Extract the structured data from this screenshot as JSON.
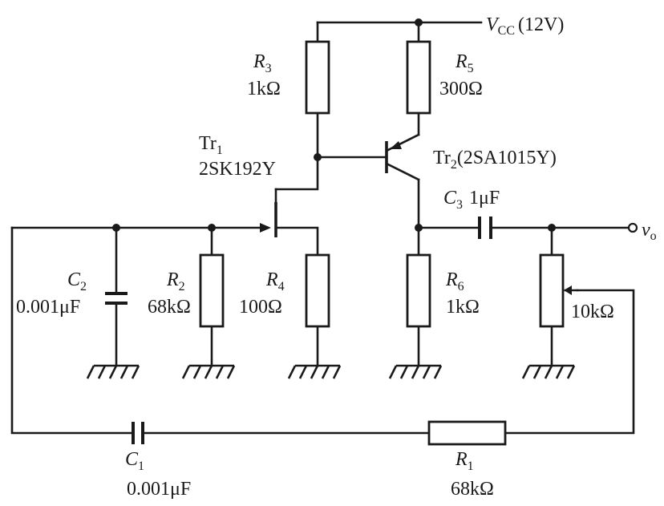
{
  "diagram": {
    "type": "circuit-schematic",
    "supply": {
      "symbol": "V",
      "sub": "CC",
      "value": "(12V)"
    },
    "components": {
      "R3": {
        "sym": "R",
        "idx": "3",
        "value": "1kΩ"
      },
      "R5": {
        "sym": "R",
        "idx": "5",
        "value": "300Ω"
      },
      "Tr1": {
        "sym": "Tr",
        "idx": "1",
        "part": "2SK192Y"
      },
      "Tr2": {
        "sym": "Tr",
        "idx": "2",
        "part": "(2SA1015Y)"
      },
      "C3": {
        "sym": "C",
        "idx": "3",
        "value": "1μF"
      },
      "C2": {
        "sym": "C",
        "idx": "2",
        "value": "0.001μF"
      },
      "R2": {
        "sym": "R",
        "idx": "2",
        "value": "68kΩ"
      },
      "R4": {
        "sym": "R",
        "idx": "4",
        "value": "100Ω"
      },
      "R6": {
        "sym": "R",
        "idx": "6",
        "value": "1kΩ"
      },
      "POT": {
        "value": "10kΩ"
      },
      "C1": {
        "sym": "C",
        "idx": "1",
        "value": "0.001μF"
      },
      "R1": {
        "sym": "R",
        "idx": "1",
        "value": "68kΩ"
      }
    },
    "output": {
      "sym": "v",
      "sub": "o"
    }
  }
}
